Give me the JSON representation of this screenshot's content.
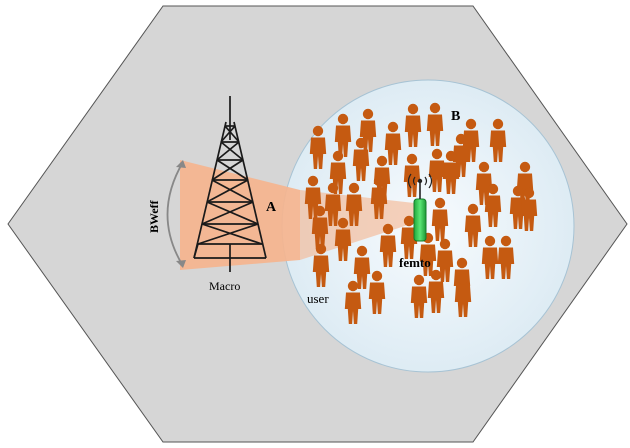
{
  "diagram": {
    "label_A": "A",
    "label_B": "B",
    "macro_label": "Macro",
    "femto_label": "femto",
    "user_label": "user",
    "bw_label": "BWeff",
    "colors": {
      "cell": "#d6d6d6",
      "beam": "#f5b48e",
      "user": "#c55a11",
      "femto": "#3fd15a",
      "cluster": "#eef6fb"
    },
    "icons": [
      "macro-tower-icon",
      "femto-ap-icon",
      "wireless-signal-icon",
      "user-icon"
    ]
  }
}
